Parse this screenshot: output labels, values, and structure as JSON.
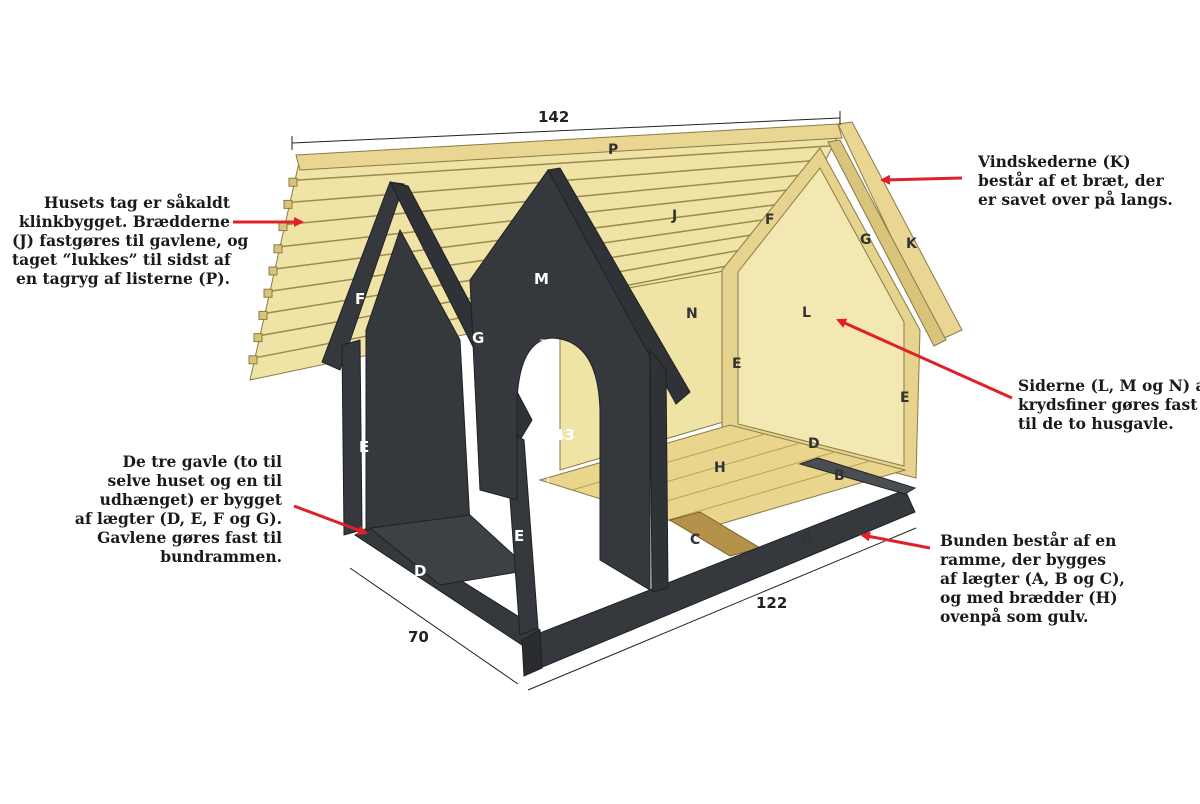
{
  "colors": {
    "wood": "#f0e3a6",
    "wood_dark": "#e2cf82",
    "wood_edge": "#c9b36a",
    "paint": "#35383c",
    "paint_light": "#4a4e53",
    "arrow": "#e02028",
    "floor_gap": "#b4924a"
  },
  "dimensions": {
    "top_length": "142",
    "bottom_length": "122",
    "depth": "70",
    "door_height": "43"
  },
  "part_labels": {
    "P": "P",
    "J": "J",
    "K": "K",
    "G": "G",
    "F": "F",
    "M": "M",
    "N": "N",
    "L": "L",
    "E": "E",
    "D": "D",
    "H": "H",
    "B": "B",
    "A": "A",
    "C": "C"
  },
  "annotations": {
    "roof": [
      "Husets tag er såkaldt",
      "klinkbygget. Brædderne",
      "(J) fastgøres til gavlene, og",
      "taget “lukkes” til sidst af",
      "en tagryg af listerne (P)."
    ],
    "wind": [
      "Vindskederne (K)",
      "består af et bræt, der",
      "er savet over på langs."
    ],
    "sides": [
      "Siderne (L, M og N) af",
      "krydsfiner gøres fast",
      "til de to husgavle."
    ],
    "gables": [
      "De tre gavle (to til",
      "selve huset og en til",
      "udhænget) er bygget",
      "af lægter (D, E, F og G).",
      "Gavlene gøres fast til",
      "bundrammen."
    ],
    "base": [
      "Bunden består af en",
      "ramme, der bygges",
      "af lægter (A, B og C),",
      "og med brædder (H)",
      "ovenpå som gulv."
    ]
  }
}
